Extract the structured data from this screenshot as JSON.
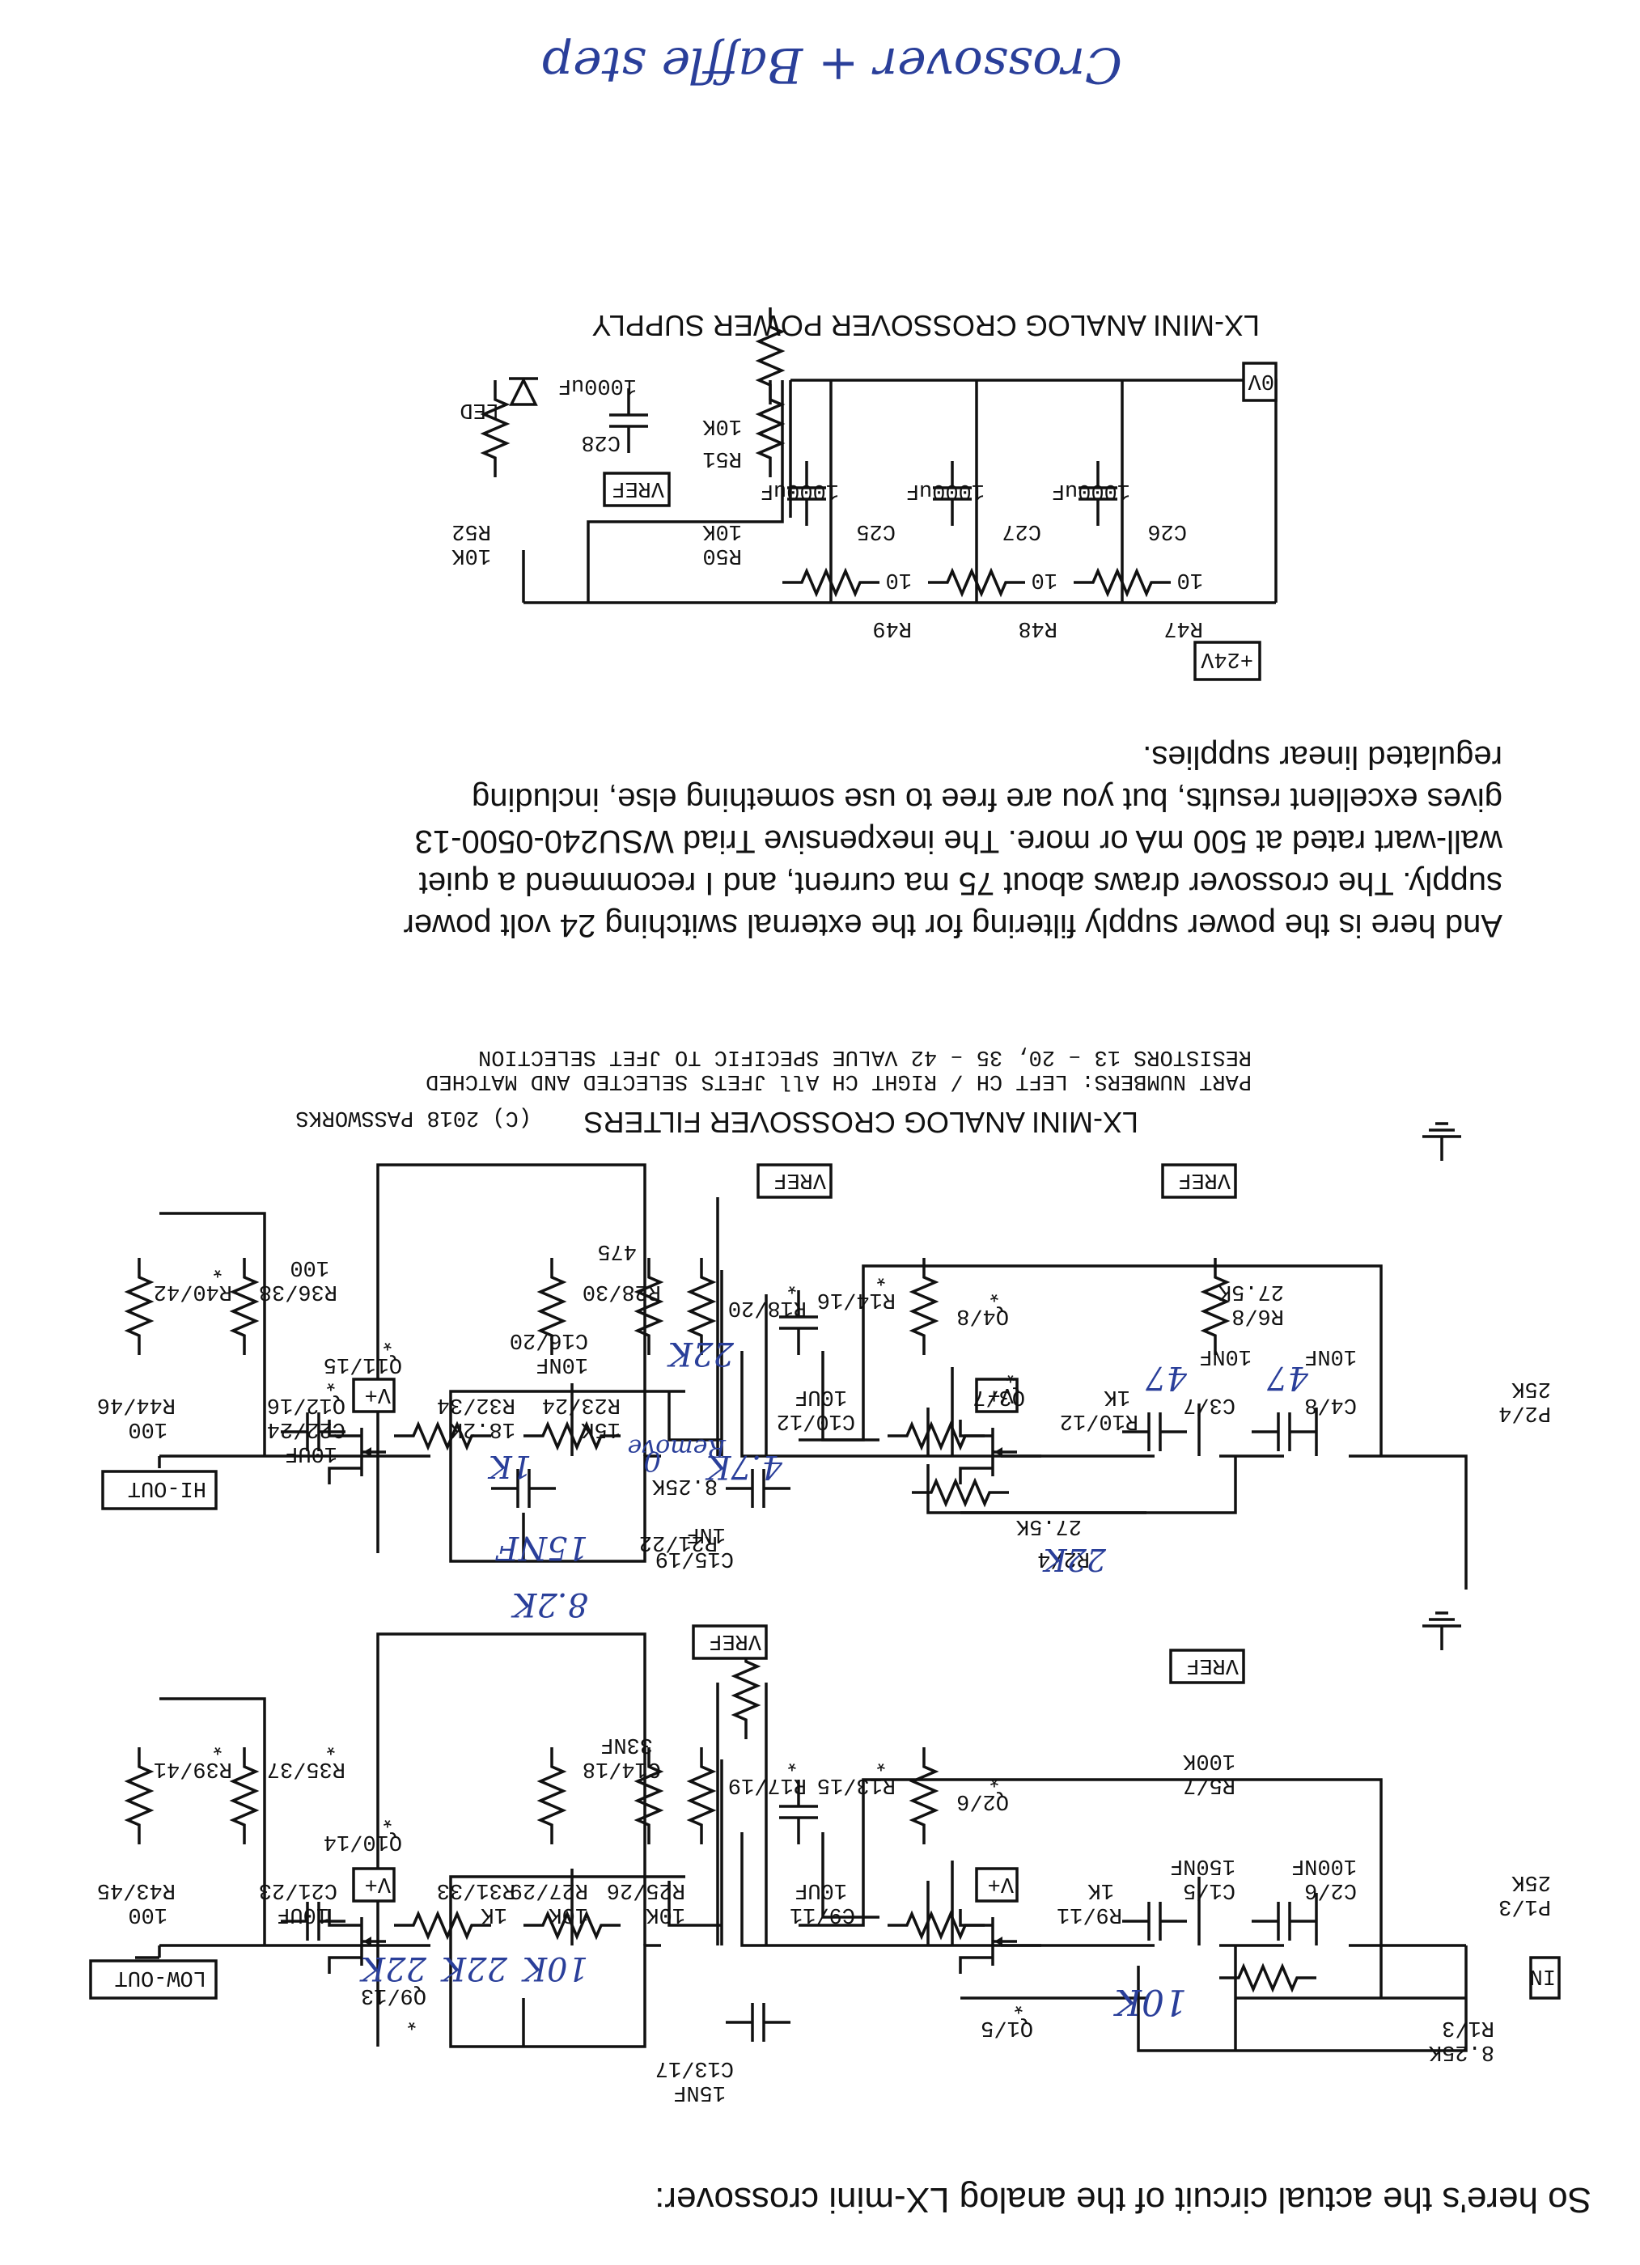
{
  "intro_text": "So here's the actual circuit of the analog LX-mini crossover:",
  "filters_title": "LX-MINI ANALOG CROSSOVER FILTERS",
  "copyright": "(C) 2018 PASSWORKS",
  "notes": {
    "line1": "PART NUMBERS:  LEFT CH / RIGHT CH     All JFETS SELECTED AND MATCHED",
    "line2": "RESISTORS 13 – 20,  35 – 42 VALUE SPECIFIC TO JFET SELECTION"
  },
  "power_paragraph": [
    "And here is the power supply filtering for the external switching 24 volt power",
    "supply.  The crossover draws about 75 ma current, and I recommend a quiet",
    "wall-wart rated at 500 mA or more.  The inexpensive Triad WSU240-0500-13",
    "gives excellent results, but you are free to use something else, including",
    "regulated linear supplies."
  ],
  "psu_title": "LX-MINI ANALOG CROSSOVER POWER SUPPLY",
  "handwriting": {
    "bottom_note": "Crossover + Baffle step",
    "r1": "10K",
    "r2": "22K",
    "r6": "22K",
    "c3": "47",
    "c4": "47",
    "r31": "10K",
    "r27": "22K",
    "r25": "22K",
    "c15": "0",
    "c15b": "Remove",
    "r32": "1K",
    "r23": "4.7K",
    "c16": "15NF",
    "r28": "8.2K"
  },
  "low": {
    "ports": {
      "in": "IN",
      "out": "LOW-OUT",
      "vplus_a": "V+",
      "vplus_b": "V+",
      "vref_a": "VREF",
      "vref_b": "VREF"
    },
    "parts": [
      {
        "ref": "R1/3",
        "value": "8.25K"
      },
      {
        "ref": "P1/3",
        "value": "25K"
      },
      {
        "ref": "C2/6",
        "value": "100NF"
      },
      {
        "ref": "C1/5",
        "value": "150NF"
      },
      {
        "ref": "R9/11",
        "value": "1K"
      },
      {
        "ref": "R5/7",
        "value": "100K"
      },
      {
        "ref": "Q1/5",
        "value": "*"
      },
      {
        "ref": "Q2/6",
        "value": "*"
      },
      {
        "ref": "R13/15",
        "value": "*"
      },
      {
        "ref": "C9/11",
        "value": "10UF"
      },
      {
        "ref": "R17/19",
        "value": "*"
      },
      {
        "ref": "R25/26",
        "value": "10K"
      },
      {
        "ref": "R27/29",
        "value": "10K"
      },
      {
        "ref": "C14/18",
        "value": "33NF"
      },
      {
        "ref": "C13/17",
        "value": "15NF"
      },
      {
        "ref": "R31/33",
        "value": "1K"
      },
      {
        "ref": "Q9/13",
        "value": "*"
      },
      {
        "ref": "Q10/14",
        "value": "*"
      },
      {
        "ref": "R35/37",
        "value": "*"
      },
      {
        "ref": "C21/23",
        "value": "10UF"
      },
      {
        "ref": "R39/41",
        "value": "*"
      },
      {
        "ref": "R43/45",
        "value": "100"
      }
    ]
  },
  "high": {
    "ports": {
      "out": "HI-OUT",
      "vplus_a": "V+",
      "vplus_b": "V+",
      "vref_a": "VREF",
      "vref_b": "VREF"
    },
    "parts": [
      {
        "ref": "P2/4",
        "value": "25K"
      },
      {
        "ref": "C4/8",
        "value": "10NF"
      },
      {
        "ref": "C3/7",
        "value": "10NF"
      },
      {
        "ref": "R10/12",
        "value": "1K"
      },
      {
        "ref": "R6/8",
        "value": "27.5K"
      },
      {
        "ref": "R2/4",
        "value": "27.5K"
      },
      {
        "ref": "Q3/7",
        "value": "*"
      },
      {
        "ref": "Q4/8",
        "value": "*"
      },
      {
        "ref": "R14/16",
        "value": "*"
      },
      {
        "ref": "C10/12",
        "value": "10UF"
      },
      {
        "ref": "R18/20",
        "value": "*"
      },
      {
        "ref": "R21/22",
        "value": "8.25K"
      },
      {
        "ref": "R23/24",
        "value": "15K"
      },
      {
        "ref": "C16/20",
        "value": "10NF"
      },
      {
        "ref": "R28/30",
        "value": "475"
      },
      {
        "ref": "C15/19",
        "value": "1NF"
      },
      {
        "ref": "R32/34",
        "value": "18.2K"
      },
      {
        "ref": "Q11/15",
        "value": "*"
      },
      {
        "ref": "Q12/16",
        "value": "*"
      },
      {
        "ref": "R36/38",
        "value": "100"
      },
      {
        "ref": "C22/24",
        "value": "10UF"
      },
      {
        "ref": "R40/42",
        "value": "*"
      },
      {
        "ref": "R44/46",
        "value": "100"
      }
    ]
  },
  "psu": {
    "ports": {
      "vin": "+24V",
      "gnd": "0V",
      "vref": "VREF"
    },
    "parts": [
      {
        "ref": "R47",
        "value": "10"
      },
      {
        "ref": "R48",
        "value": "10"
      },
      {
        "ref": "R49",
        "value": "10"
      },
      {
        "ref": "C26",
        "value": "1000uF"
      },
      {
        "ref": "C27",
        "value": "1000uF"
      },
      {
        "ref": "C25",
        "value": "1000uF"
      },
      {
        "ref": "R50",
        "value": "10K"
      },
      {
        "ref": "R51",
        "value": "10K"
      },
      {
        "ref": "C28",
        "value": "1000uF"
      },
      {
        "ref": "R52",
        "value": "10K"
      },
      {
        "ref": "LED",
        "value": "LED"
      }
    ]
  },
  "colors": {
    "ink": "#111111",
    "pen": "#2a3f9a"
  }
}
